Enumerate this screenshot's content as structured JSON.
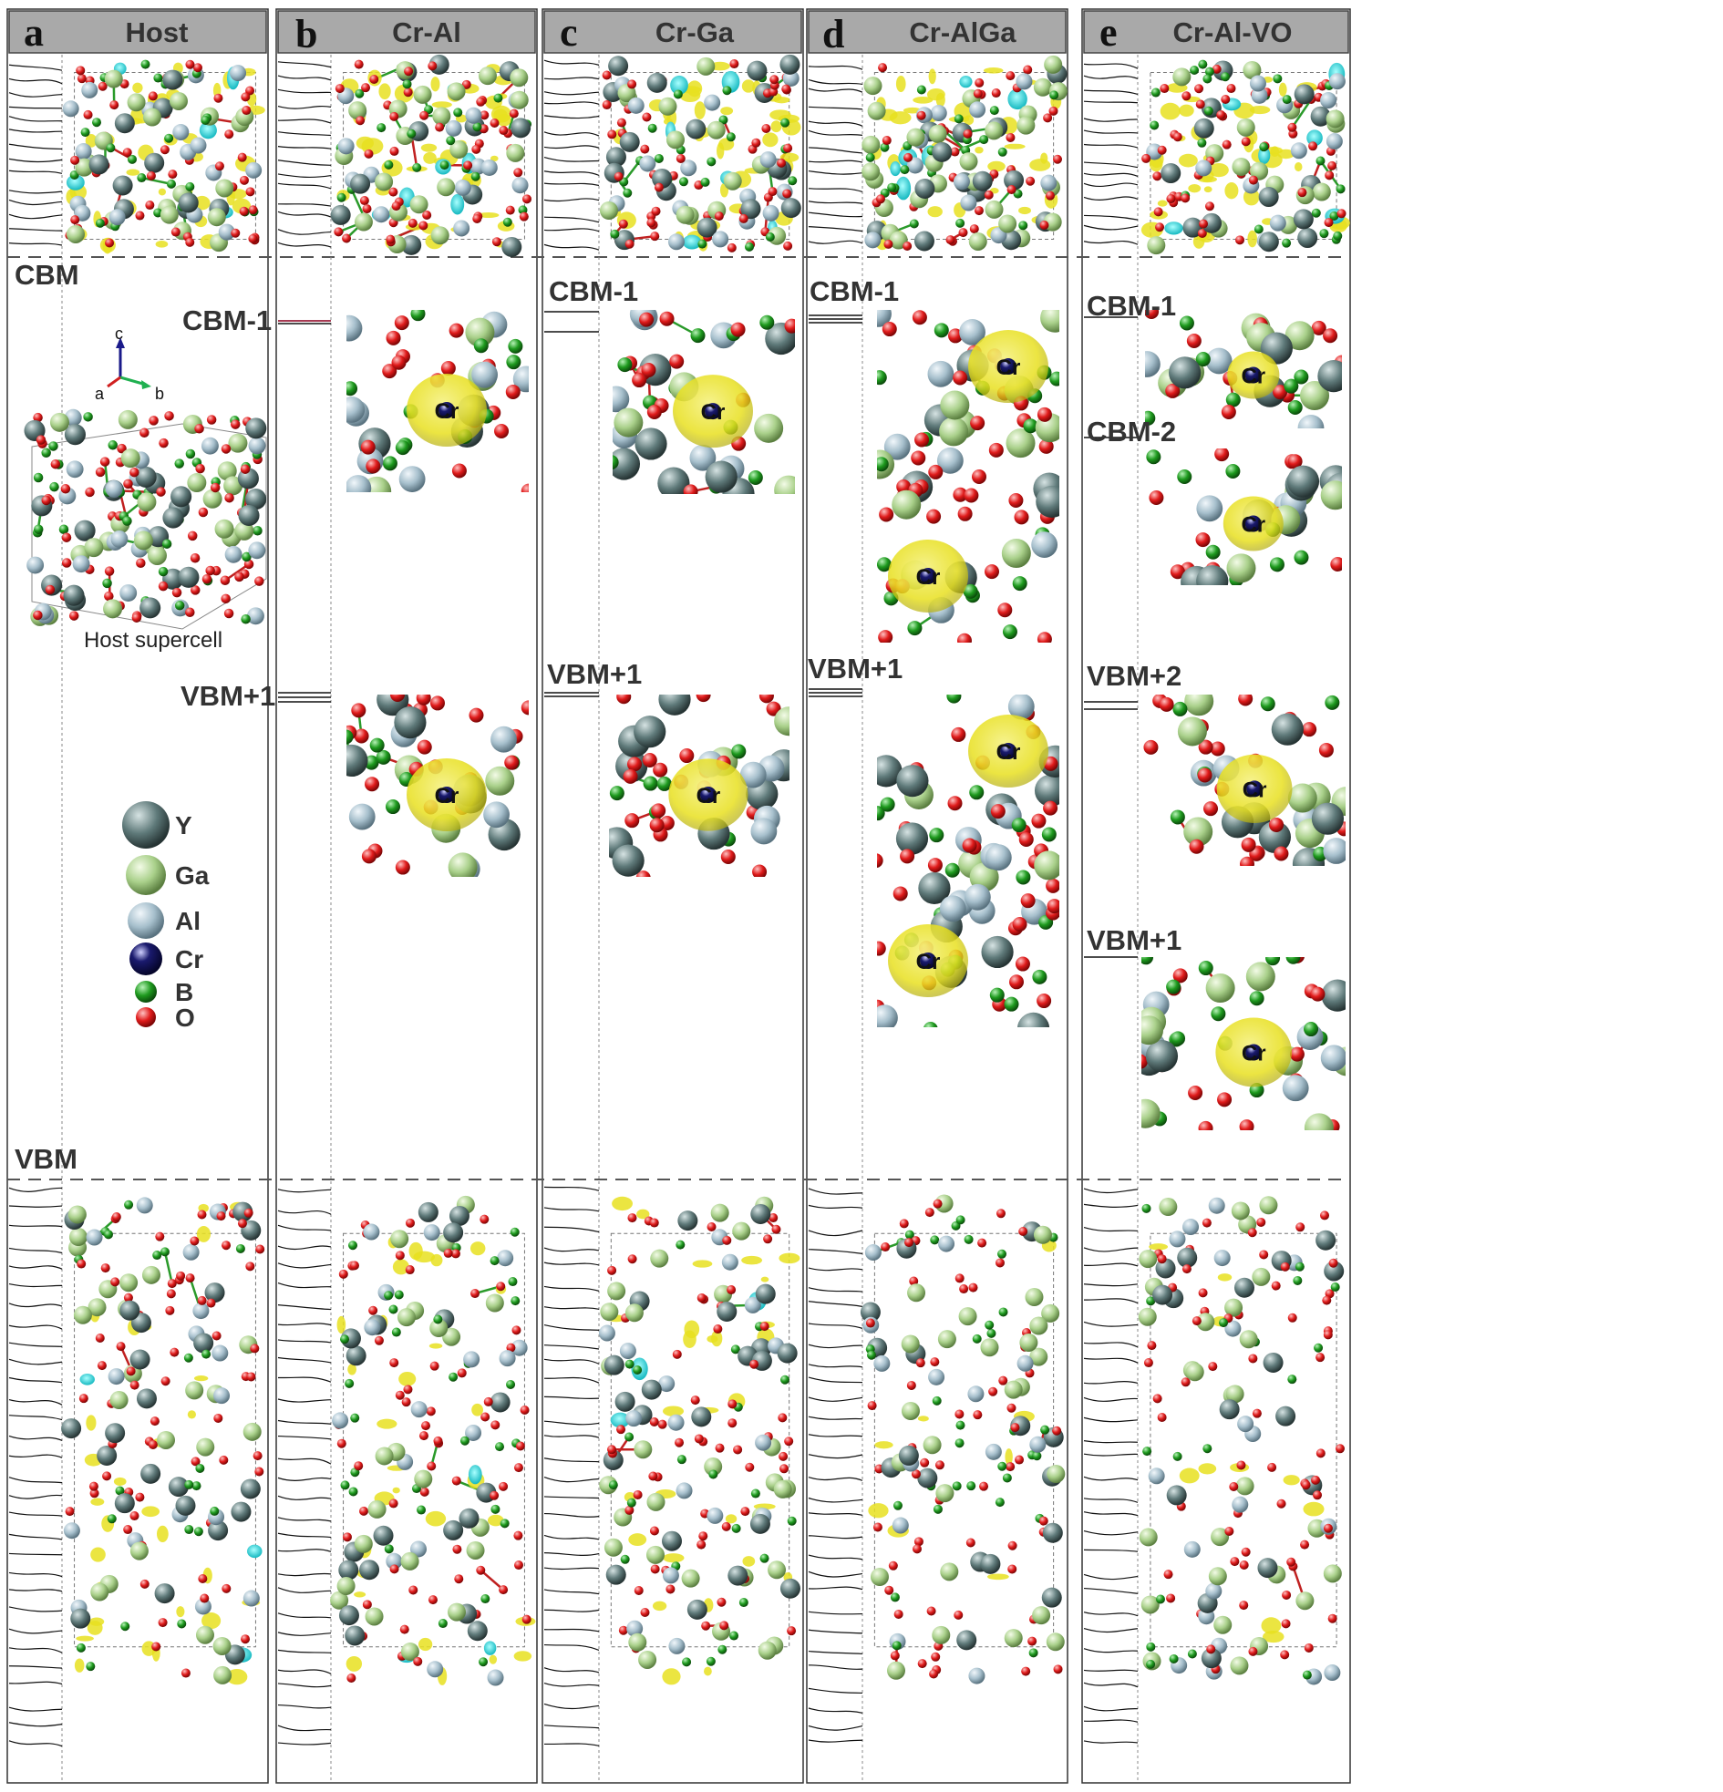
{
  "panels": [
    {
      "letter": "a",
      "name": "Host",
      "levels": [
        "CBM",
        "CBM-1",
        "VBM+1",
        "VBM"
      ],
      "caption": "Host supercell"
    },
    {
      "letter": "b",
      "name": "Cr-Al",
      "isosurface_label": "Cr"
    },
    {
      "letter": "c",
      "name": "Cr-Ga",
      "levels": [
        "CBM-1",
        "VBM+1"
      ],
      "isosurface_label": "Cr"
    },
    {
      "letter": "d",
      "name": "Cr-AlGa",
      "levels": [
        "CBM-1",
        "VBM+1"
      ],
      "isosurface_label": "Cr"
    },
    {
      "letter": "e",
      "name": "Cr-Al-VO",
      "levels": [
        "CBM-1",
        "CBM-2",
        "VBM+2",
        "VBM+1"
      ],
      "isosurface_label": "Cr"
    }
  ],
  "axes": {
    "c": "c",
    "a": "a",
    "b": "b"
  },
  "legend": [
    {
      "label": "Y",
      "color": "#5f7a7a"
    },
    {
      "label": "Ga",
      "color": "#a9d08a"
    },
    {
      "label": "Al",
      "color": "#a6bfcc"
    },
    {
      "label": "Cr",
      "color": "#1a1a6e"
    },
    {
      "label": "B",
      "color": "#1e9a1e"
    },
    {
      "label": "O",
      "color": "#e01b1b"
    }
  ],
  "colors": {
    "isosurface_yellow": "#e8e020",
    "isosurface_cyan": "#20d6d6",
    "header_bg": "#a9a9a9"
  }
}
